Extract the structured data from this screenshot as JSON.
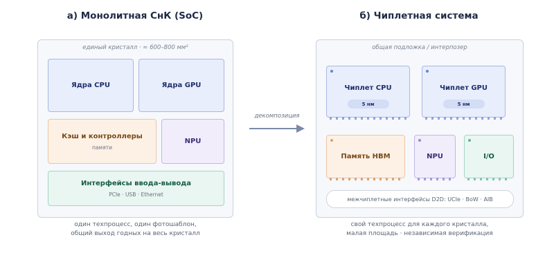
{
  "left": {
    "title": "а)  Монолитная СнК (SoC)",
    "caption": "единый кристалл  ·  ≈ 600–800 мм²",
    "blocks": {
      "cpu": {
        "label": "Ядра CPU"
      },
      "gpu": {
        "label": "Ядра GPU"
      },
      "cache": {
        "label": "Кэш и контроллеры",
        "sub": "памяти"
      },
      "npu": {
        "label": "NPU"
      },
      "io": {
        "label": "Интерфейсы ввода-вывода",
        "sub": "PCIe · USB · Ethernet"
      }
    },
    "note_line1": "один техпроцесс, один фотошаблон,",
    "note_line2": "общий выход годных на весь кристалл"
  },
  "arrow": {
    "label": "декомпозиция"
  },
  "right": {
    "title": "б)  Чиплетная система",
    "caption": "общая подложка / интерпозер",
    "chiplets": {
      "cpu": {
        "label": "Чиплет CPU",
        "node": "5 нм"
      },
      "gpu": {
        "label": "Чиплет GPU",
        "node": "5 нм"
      },
      "hbm": {
        "label": "Память HBM"
      },
      "npu": {
        "label": "NPU"
      },
      "io": {
        "label": "I/O"
      }
    },
    "interconnect": "межчиплетные интерфейсы D2D:  UCIe · BoW · AIB",
    "note_line1": "свой техпроцесс для каждого кристалла,",
    "note_line2": "малая площадь · независимая верификация"
  },
  "colors": {
    "blue": "#e8eefc",
    "orange": "#fdf1e6",
    "purple": "#f1edfb",
    "green": "#e9f6f1",
    "arrow": "#7b8aa8"
  }
}
